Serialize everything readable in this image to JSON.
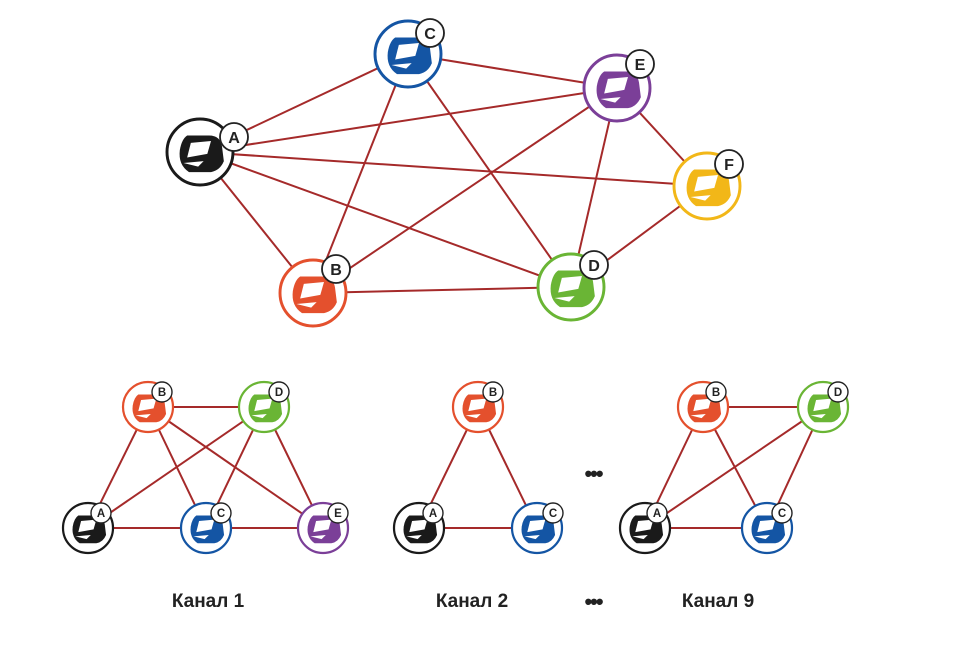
{
  "colors": {
    "link": "#a52a2a",
    "A": "#1a1a1a",
    "B": "#e4502d",
    "C": "#1455a4",
    "D": "#6ab535",
    "E": "#7b3f98",
    "F": "#f2b718"
  },
  "mesh": {
    "nodes": [
      "A",
      "B",
      "C",
      "D",
      "E",
      "F"
    ],
    "links": [
      [
        "A",
        "C"
      ],
      [
        "A",
        "E"
      ],
      [
        "A",
        "F"
      ],
      [
        "A",
        "B"
      ],
      [
        "A",
        "D"
      ],
      [
        "C",
        "E"
      ],
      [
        "C",
        "B"
      ],
      [
        "C",
        "D"
      ],
      [
        "E",
        "B"
      ],
      [
        "E",
        "D"
      ],
      [
        "E",
        "F"
      ],
      [
        "B",
        "D"
      ],
      [
        "D",
        "F"
      ]
    ]
  },
  "channels": [
    {
      "label": "Канал 1",
      "nodes": [
        "B",
        "D",
        "A",
        "C",
        "E"
      ],
      "links": [
        [
          "B",
          "D"
        ],
        [
          "B",
          "C"
        ],
        [
          "B",
          "E"
        ],
        [
          "B",
          "A"
        ],
        [
          "D",
          "A"
        ],
        [
          "D",
          "C"
        ],
        [
          "D",
          "E"
        ],
        [
          "A",
          "E"
        ]
      ]
    },
    {
      "label": "Канал 2",
      "nodes": [
        "B",
        "A",
        "C"
      ],
      "links": [
        [
          "B",
          "A"
        ],
        [
          "B",
          "C"
        ],
        [
          "A",
          "C"
        ]
      ]
    },
    {
      "label": "Канал 9",
      "nodes": [
        "B",
        "D",
        "A",
        "C"
      ],
      "links": [
        [
          "B",
          "D"
        ],
        [
          "B",
          "A"
        ],
        [
          "B",
          "C"
        ],
        [
          "D",
          "A"
        ],
        [
          "D",
          "C"
        ],
        [
          "A",
          "C"
        ]
      ]
    }
  ],
  "ellipsis": "•••",
  "icon": "helmet-icon"
}
